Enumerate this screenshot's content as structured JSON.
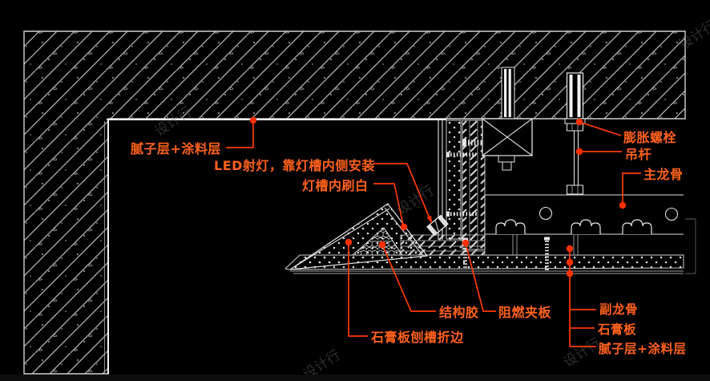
{
  "meta": {
    "drawing_type": "ceiling-light-trough-section-detail",
    "watermark": "设计行"
  },
  "colors": {
    "background": "#000000",
    "line_white": "#e0e0e0",
    "accent_text": "#ff611c",
    "accent_line": "#ff3a02"
  },
  "labels": {
    "putty_paint_top": "腻子层+涂料层",
    "led_spotlight": "LED射灯，靠灯槽内侧安装",
    "trough_whitewash": "灯槽内刷白",
    "expansion_bolt": "膨胀螺栓",
    "hanger_rod": "吊杆",
    "main_keel": "主龙骨",
    "structural_adhesive": "结构胶",
    "fire_retardant_plywood": "阻燃夹板",
    "gypsum_groove_fold": "石膏板刨槽折边",
    "sub_keel": "副龙骨",
    "gypsum_board": "石膏板",
    "putty_paint_bottom": "腻子层+涂料层"
  }
}
